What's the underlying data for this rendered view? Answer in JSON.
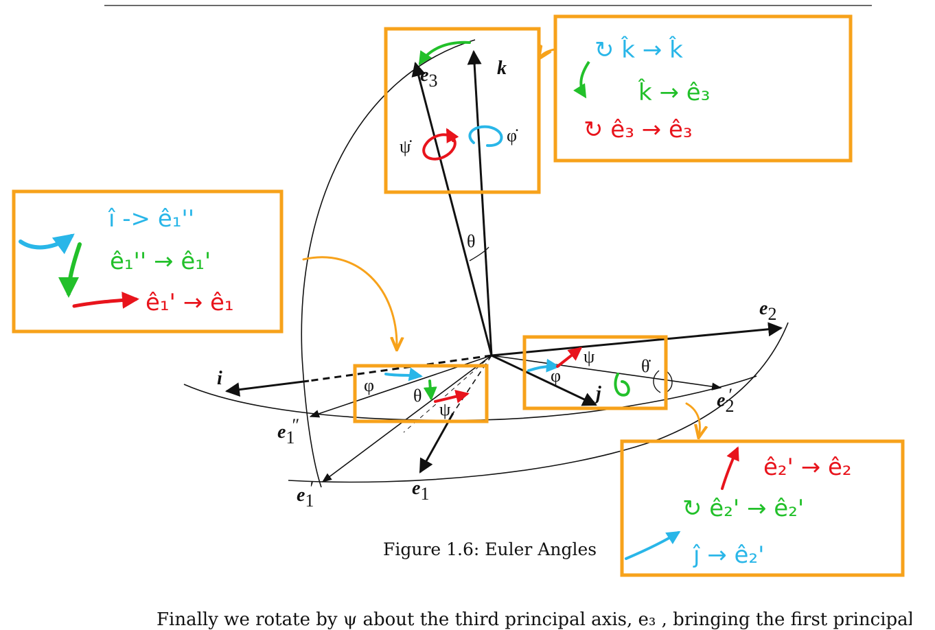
{
  "figure": {
    "caption": "Figure 1.6: Euler Angles",
    "bottom_text": "Finally  we  rotate  by  ψ  about  the  third  principal  axis,  e₃ ,  bringing  the  first  principal"
  },
  "axis_labels": {
    "k": "k",
    "e3": "e",
    "e3_sub": "3",
    "e2": "e",
    "e2_sub": "2",
    "e2p": "e",
    "e2p_sub": "2",
    "e2p_prime": "′",
    "i": "i",
    "j": "j",
    "e1pp": "e",
    "e1pp_sub": "1",
    "e1pp_prime": "″",
    "e1p": "e",
    "e1p_sub": "1",
    "e1p_prime": "′",
    "e1": "e",
    "e1_sub": "1"
  },
  "angle_labels": {
    "theta_top": "θ",
    "psi_dot": "ψ̇",
    "phi_dot": "φ̇",
    "phi_bottom": "φ",
    "theta_bottom": "θ",
    "psi_bottom": "ψ",
    "phi_right": "φ",
    "psi_right": "ψ",
    "theta_dot_right": "θ̇"
  },
  "annotations": {
    "top_right": {
      "line1": "↻  k̂ → k̂",
      "line2": "k̂ → ê₃",
      "line3": "↻  ê₃ → ê₃"
    },
    "left": {
      "line1": "î  ->  ê₁''",
      "line2": "ê₁'' →  ê₁'",
      "line3": "ê₁' → ê₁"
    },
    "bottom_right": {
      "line1": "ê₂' → ê₂",
      "line2": "↻  ê₂' → ê₂'",
      "line3": "ĵ  →  ê₂'"
    }
  },
  "colors": {
    "orange": "#f7a21b",
    "cyan": "#29b6e8",
    "green": "#22c02a",
    "red": "#e8141c",
    "ink": "#111111"
  }
}
